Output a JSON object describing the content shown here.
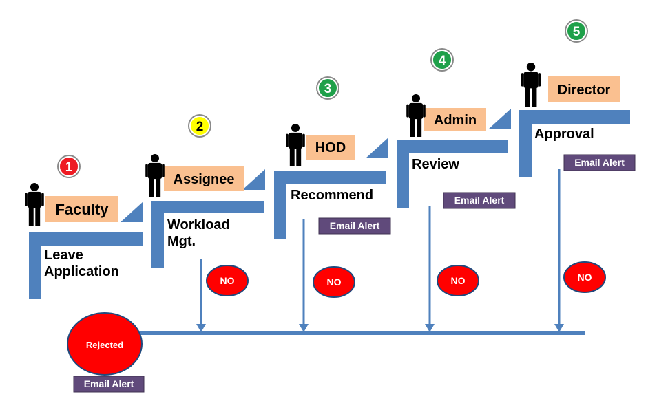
{
  "colors": {
    "step_blue": "#4f81bd",
    "role_peach": "#fac090",
    "email_purple": "#604a7b",
    "no_red": "#ff0000",
    "badge_red": "#ee1c24",
    "badge_yellow": "#ffff00",
    "badge_green": "#1fa04a",
    "figure": "#000000"
  },
  "steps": [
    {
      "number": "1",
      "badge": "red",
      "role": "Faculty",
      "activity": [
        "Leave",
        "Application"
      ],
      "email_alert": "",
      "no_label": ""
    },
    {
      "number": "2",
      "badge": "yellow",
      "role": "Assignee",
      "activity": [
        "Workload",
        "Mgt."
      ],
      "email_alert": "",
      "no_label": "NO"
    },
    {
      "number": "3",
      "badge": "green",
      "role": "HOD",
      "activity": [
        "Recommend"
      ],
      "email_alert": "Email Alert",
      "no_label": "NO"
    },
    {
      "number": "4",
      "badge": "green",
      "role": "Admin",
      "activity": [
        "Review"
      ],
      "email_alert": "Email Alert",
      "no_label": "NO"
    },
    {
      "number": "5",
      "badge": "green",
      "role": "Director",
      "activity": [
        "Approval"
      ],
      "email_alert": "Email Alert",
      "no_label": "NO"
    }
  ],
  "rejected": {
    "label": "Rejected",
    "email_alert": "Email Alert"
  },
  "icons": {
    "person": "person-icon",
    "arrow": "arrow-down-icon"
  }
}
